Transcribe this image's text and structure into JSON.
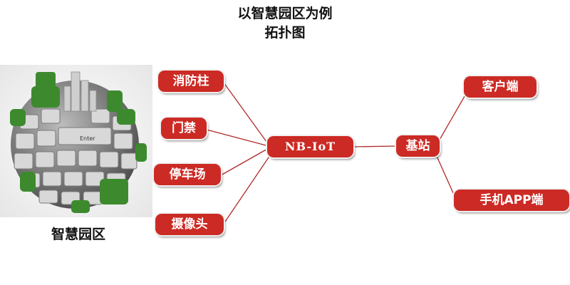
{
  "title": {
    "line1": "以智慧园区为例",
    "line2": "拓扑图"
  },
  "caption": "智慧园区",
  "nodes": {
    "xiaofangzhu": "消防柱",
    "menjin": "门禁",
    "tingchechang": "停车场",
    "shexiangtou": "摄像头",
    "nbiot": "NB-IoT",
    "jizhan": "基站",
    "kehuduan": "客户端",
    "app": "手机APP端"
  },
  "key_image_text": "Enter",
  "colors": {
    "node_fill": "#cc2a24",
    "link": "#b02a2a",
    "grass": "#3d8a2e",
    "key": "#d8d8d8"
  }
}
